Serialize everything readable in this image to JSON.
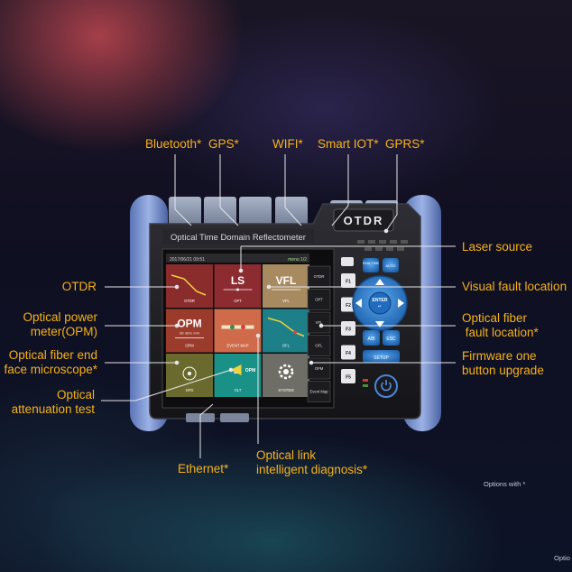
{
  "labels": {
    "bluetooth": "Bluetooth*",
    "gps": "GPS*",
    "wifi": "WIFI*",
    "smart_iot": "Smart IOT*",
    "gprs": "GPRS*",
    "laser_source": "Laser source",
    "otdr": "OTDR",
    "visual_fault": "Visual fault location",
    "opm_line1": "Optical power",
    "opm_line2": "meter(OPM)",
    "fiber_fault_line1": "Optical fiber",
    "fiber_fault_line2": " fault location*",
    "microscope_line1": "Optical fiber end",
    "microscope_line2": "face microscope*",
    "firmware_line1": "Firmware one",
    "firmware_line2": "button upgrade",
    "attenuation_line1": "Optical",
    "attenuation_line2": "attenuation test",
    "ethernet": "Ethernet*",
    "link_line1": "Optical link",
    "link_line2": "intelligent diagnosis*"
  },
  "notes": {
    "options": "Options with *",
    "options_cut": "Optio"
  },
  "device": {
    "top_badge": "OTDR",
    "model_title": "Optical Time Domain Reflectometer",
    "screen_status_left": "2017/06/21  09:51",
    "screen_status_right": "menu 1/2",
    "tiles": [
      {
        "big": "",
        "small": "OTDR"
      },
      {
        "big": "LS",
        "small": "OPT"
      },
      {
        "big": "VFL",
        "small": "VFL"
      },
      {
        "big": "OPM",
        "sub": "dB dBm mW",
        "small": "OPM"
      },
      {
        "big": "",
        "small": "EVENT MAP"
      },
      {
        "big": "",
        "small": "OFL"
      },
      {
        "big": "",
        "small": "OFD"
      },
      {
        "big": "LS",
        "extra": "OPM",
        "small": "OLT"
      },
      {
        "big": "",
        "small": "SYSTEM"
      }
    ],
    "side_menu": [
      "OTDR",
      "OPT",
      "VFL",
      "OFL",
      "OPM",
      "Event Map"
    ],
    "fkeys": [
      "F1",
      "F2",
      "F3",
      "F4",
      "F5"
    ],
    "top_keys": [
      "REAL TIME",
      "AUTO"
    ],
    "enter_label": "ENTER",
    "ab_label": "A/B",
    "esc_label": "ESC",
    "setup_label": "SETUP"
  },
  "colors": {
    "label": "#f6b21b",
    "tile_otdr": "#8a2c2c",
    "tile_ls": "#8c2b30",
    "tile_vfl": "#a88a61",
    "tile_opm": "#9a3b2c",
    "tile_eventmap": "#cf6b4a",
    "tile_ofl": "#1d7f88",
    "tile_ofd": "#6b6a2e",
    "tile_olt": "#1a9186",
    "tile_system": "#6f6e66",
    "key_blue": "#2f86d6"
  },
  "icons": [
    "power-icon",
    "gear-icon",
    "arrow-up-icon",
    "arrow-down-icon",
    "arrow-left-icon",
    "arrow-right-icon"
  ]
}
